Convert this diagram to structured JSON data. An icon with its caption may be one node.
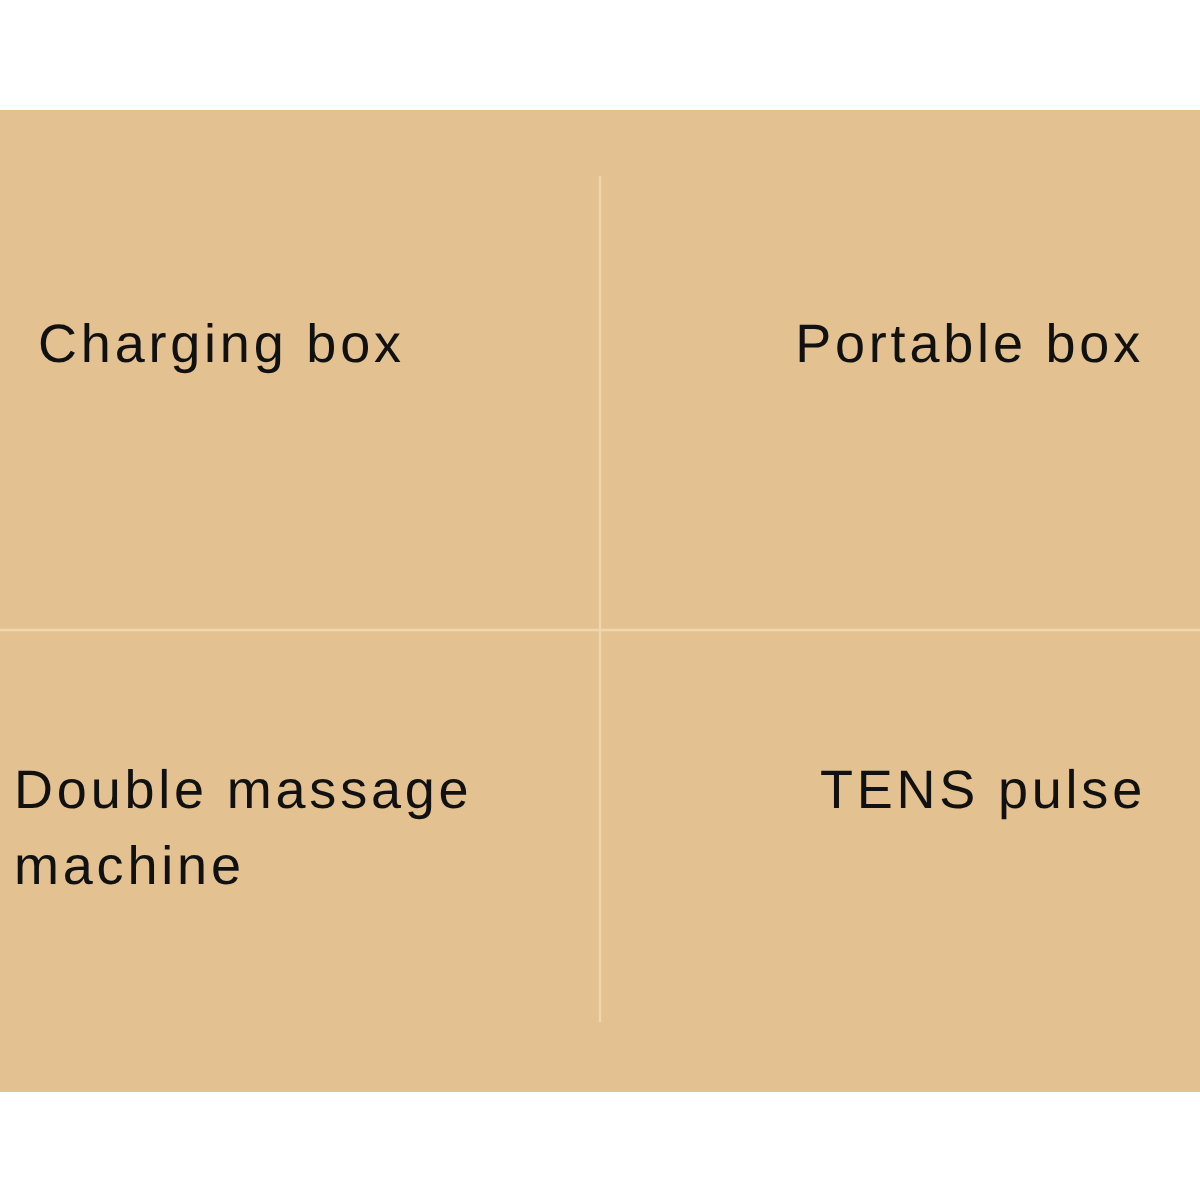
{
  "diagram": {
    "labels": [
      "Charging box",
      "Portable box",
      "Double massage machine",
      "TENS pulse"
    ]
  }
}
